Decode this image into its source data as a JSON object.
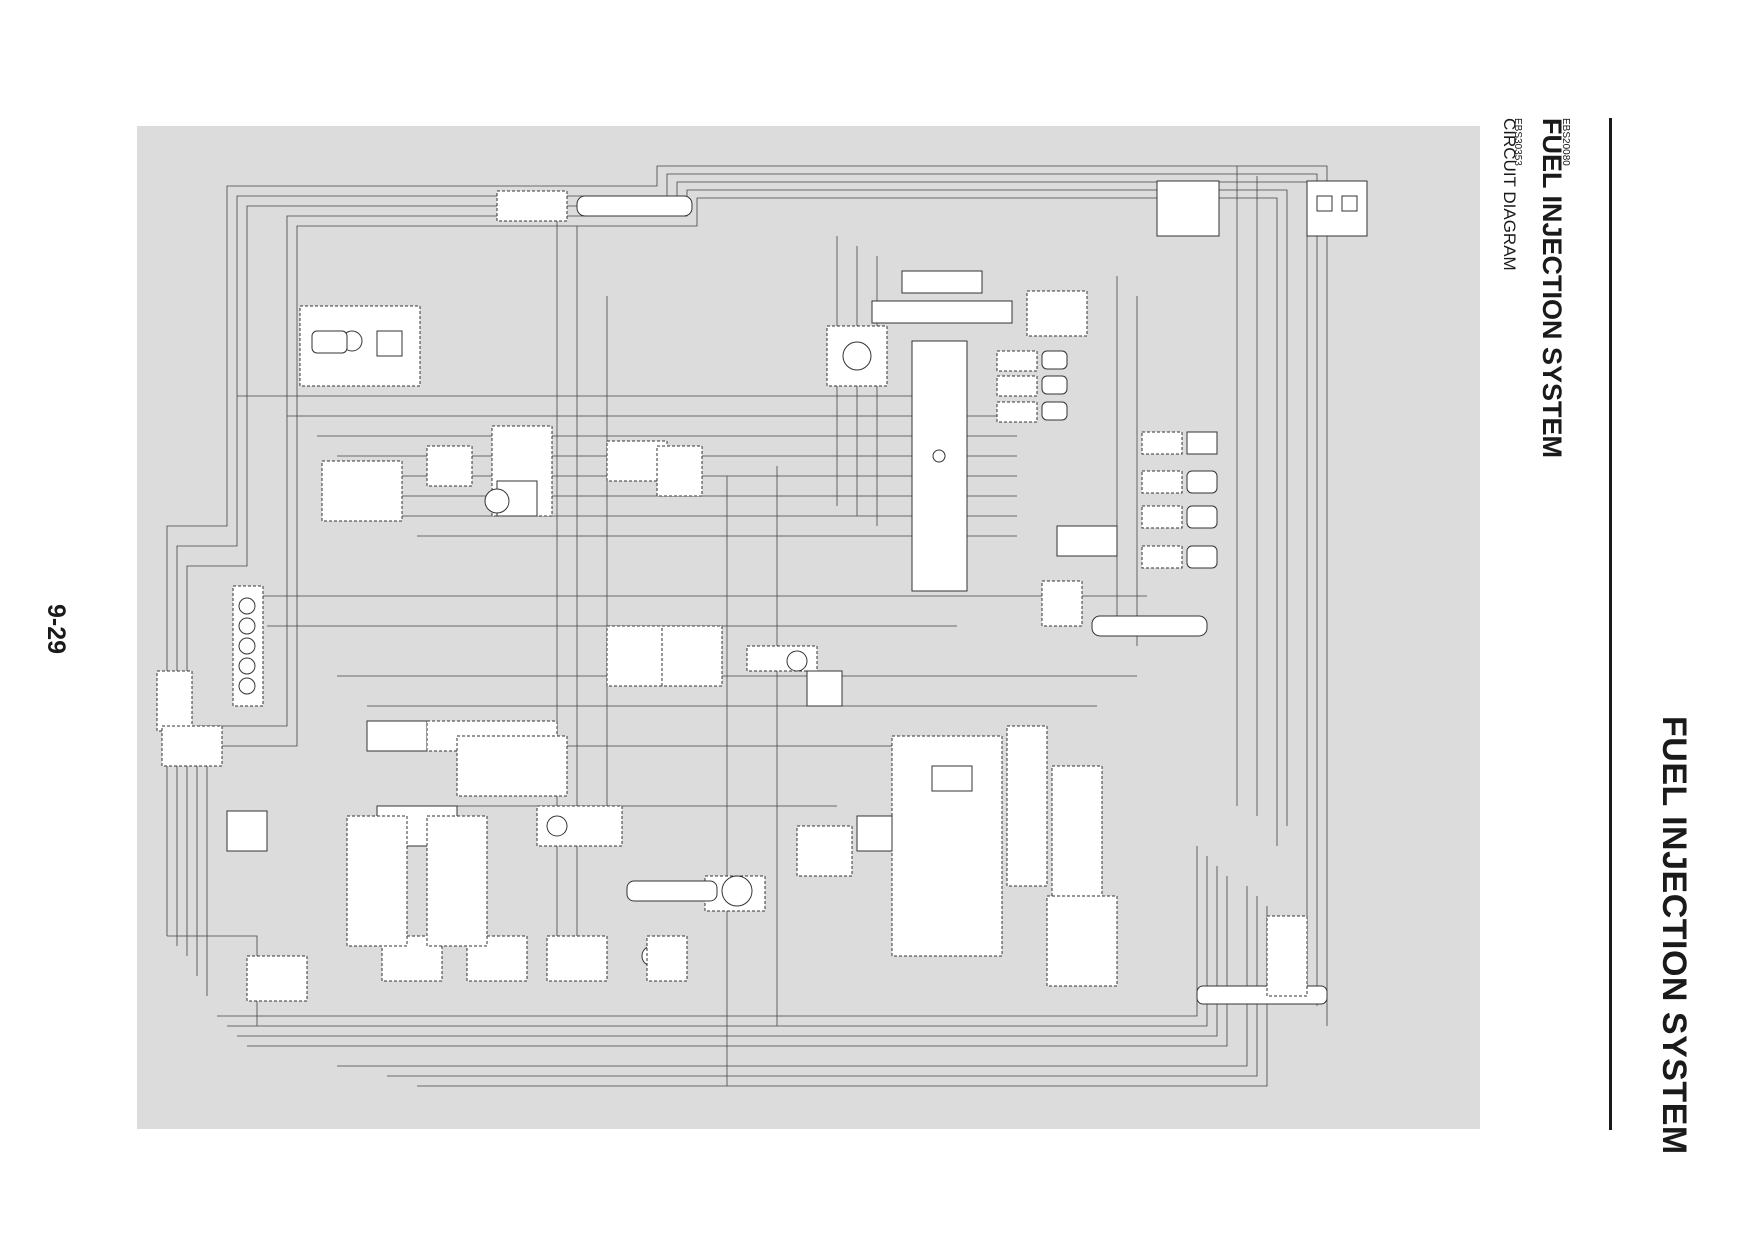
{
  "header": {
    "title": "FUEL INJECTION SYSTEM"
  },
  "section": {
    "code": "EBS20080",
    "title": "FUEL INJECTION SYSTEM"
  },
  "subsection": {
    "code": "EBS30353",
    "title": "CIRCUIT DIAGRAM"
  },
  "page_number": "9-29"
}
